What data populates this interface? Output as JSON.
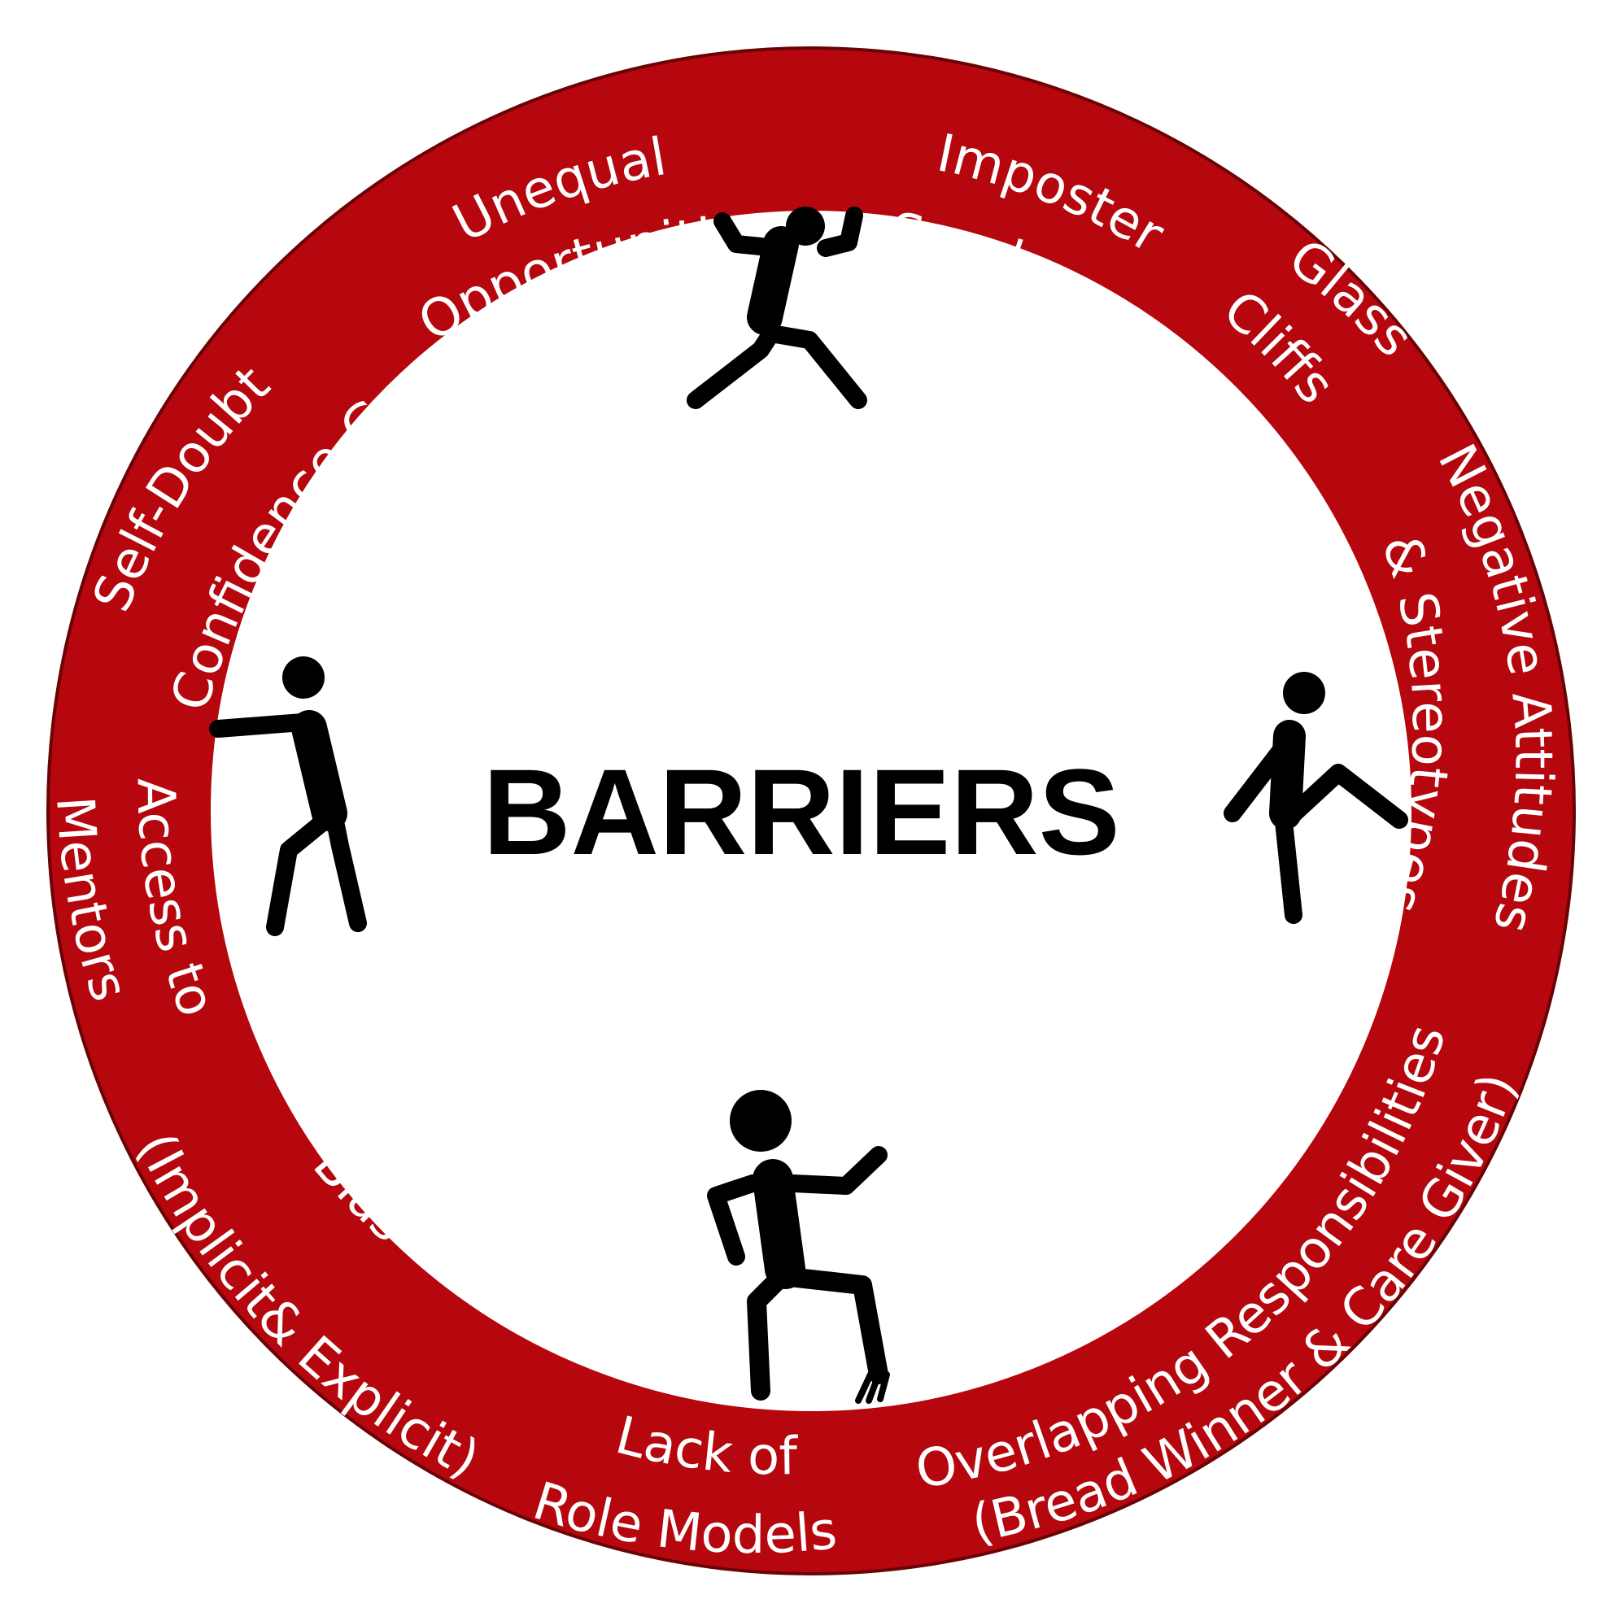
{
  "diagram": {
    "title": "BARRIERS",
    "ring_color": "#b5070d",
    "labels": [
      {
        "id": "unequal-opportunities",
        "lines": [
          "Unequal",
          "Opportunities"
        ]
      },
      {
        "id": "imposter-syndrome",
        "lines": [
          "Imposter",
          "Syndrome"
        ]
      },
      {
        "id": "glass-cliffs",
        "lines": [
          "Glass",
          "Cliffs"
        ]
      },
      {
        "id": "negative-attitudes",
        "lines": [
          "Negative Attitudes",
          "& Stereotypes"
        ]
      },
      {
        "id": "overlapping-responsibilities",
        "lines": [
          "Overlapping Responsibilities",
          "(Bread Winner & Care Giver)"
        ]
      },
      {
        "id": "lack-of-role-models",
        "lines": [
          "Lack of",
          "Role Models"
        ]
      },
      {
        "id": "bias",
        "lines": [
          "Bias",
          "(Implicit& Explicit)"
        ]
      },
      {
        "id": "access-to-mentors",
        "lines": [
          "Access to",
          "Mentors"
        ]
      },
      {
        "id": "self-doubt",
        "lines": [
          "Self-Doubt",
          "Confidence Gap"
        ]
      }
    ],
    "figures": [
      "pushing-up-figure",
      "pushing-left-figure",
      "kicking-right-figure",
      "standing-bottom-figure"
    ]
  }
}
